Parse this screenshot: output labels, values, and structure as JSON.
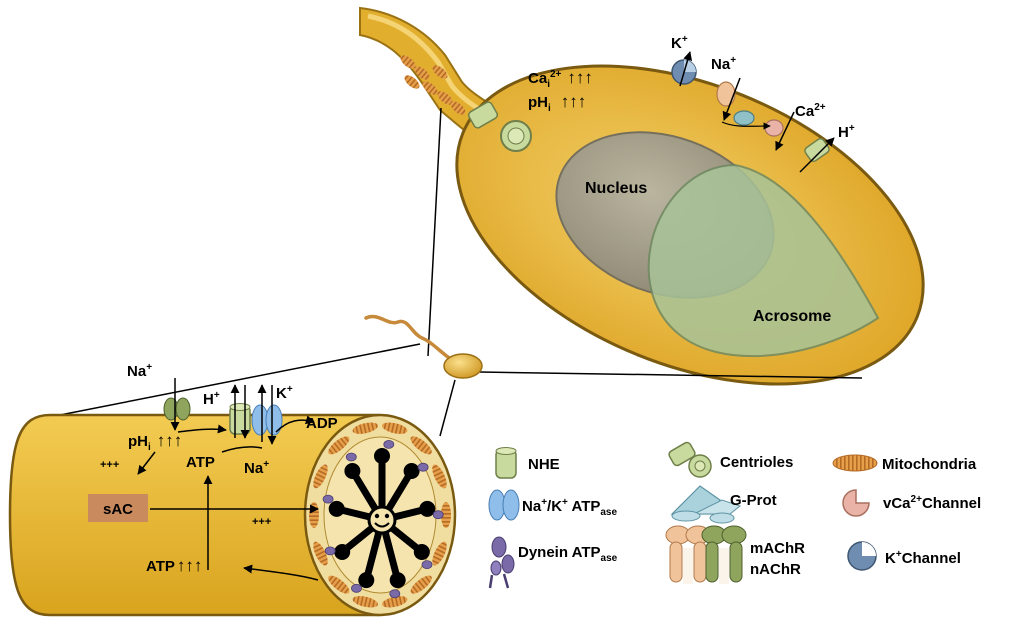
{
  "head": {
    "ca_label": "Ca",
    "ca_sub": "i",
    "ca_sup": "2+",
    "ph_label": "pH",
    "ph_sub": "i",
    "arrows": "↑↑↑",
    "k_label": "K",
    "k_sup": "+",
    "na_label": "Na",
    "na_sup": "+",
    "ca2_label": "Ca",
    "ca2_sup": "2+",
    "h_label": "H",
    "h_sup": "+",
    "nucleus": "Nucleus",
    "acrosome": "Acrosome"
  },
  "flagellum": {
    "na_label": "Na",
    "na_sup": "+",
    "h_label": "H",
    "h_sup": "+",
    "k_label": "K",
    "k_sup": "+",
    "adp": "ADP",
    "ph_label": "pH",
    "ph_sub": "i",
    "arrows": "↑↑↑",
    "atp": "ATP",
    "na2_label": "Na",
    "na2_sup": "+",
    "plus_left": "+++",
    "sac": "sAC",
    "plus_mid": "+++",
    "atp_bottom": "ATP",
    "atp_bottom_arrows": "↑↑↑"
  },
  "legend": {
    "nhe": "NHE",
    "centrioles": "Centrioles",
    "mitochondria": "Mitochondria",
    "nak_main": "Na",
    "nak_sup1": "+",
    "nak_mid": "/K",
    "nak_sup2": "+",
    "nak_atp": " ATP",
    "nak_sub": "ase",
    "gprot": "G-Prot",
    "vca_main": "vCa",
    "vca_sup": "2+",
    "vca_rest": "Channel",
    "dynein_main": "Dynein ATP",
    "dynein_sub": "ase",
    "machr": "mAChR",
    "nachr": "nAChR",
    "kch_main": "K",
    "kch_sup": "+",
    "kch_rest": "Channel"
  },
  "colors": {
    "cell": "#E8B83A",
    "nucleus": "#8E8E82",
    "acrosome": "#A6C196",
    "mitochondria": "#E39A3F",
    "nhe": "#C6D89A",
    "nak": "#7FB2E8",
    "dynein": "#7B6AA8",
    "sac": "#C98A5E",
    "kchannel": "#6E8DB0",
    "vca": "#E9B3A8"
  }
}
